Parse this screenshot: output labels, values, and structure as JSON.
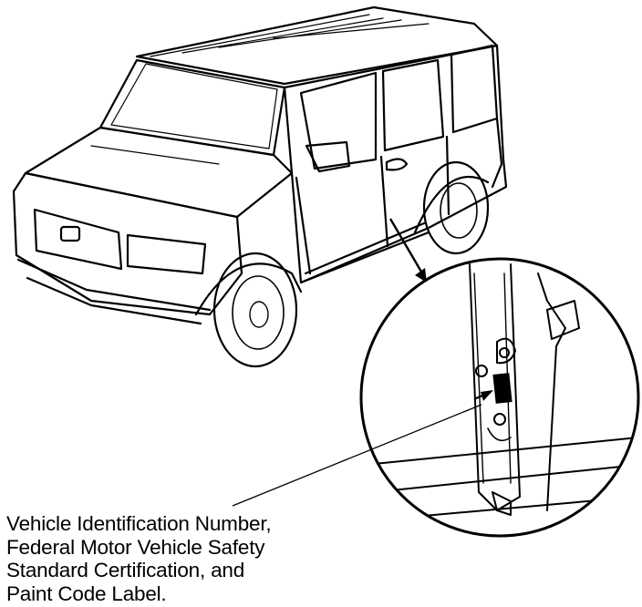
{
  "figure": {
    "subject": "Vehicle",
    "callout_lines": [
      "Vehicle Identification Number,",
      "Federal Motor Vehicle Safety",
      "Standard Certification, and",
      "Paint Code Label."
    ]
  }
}
